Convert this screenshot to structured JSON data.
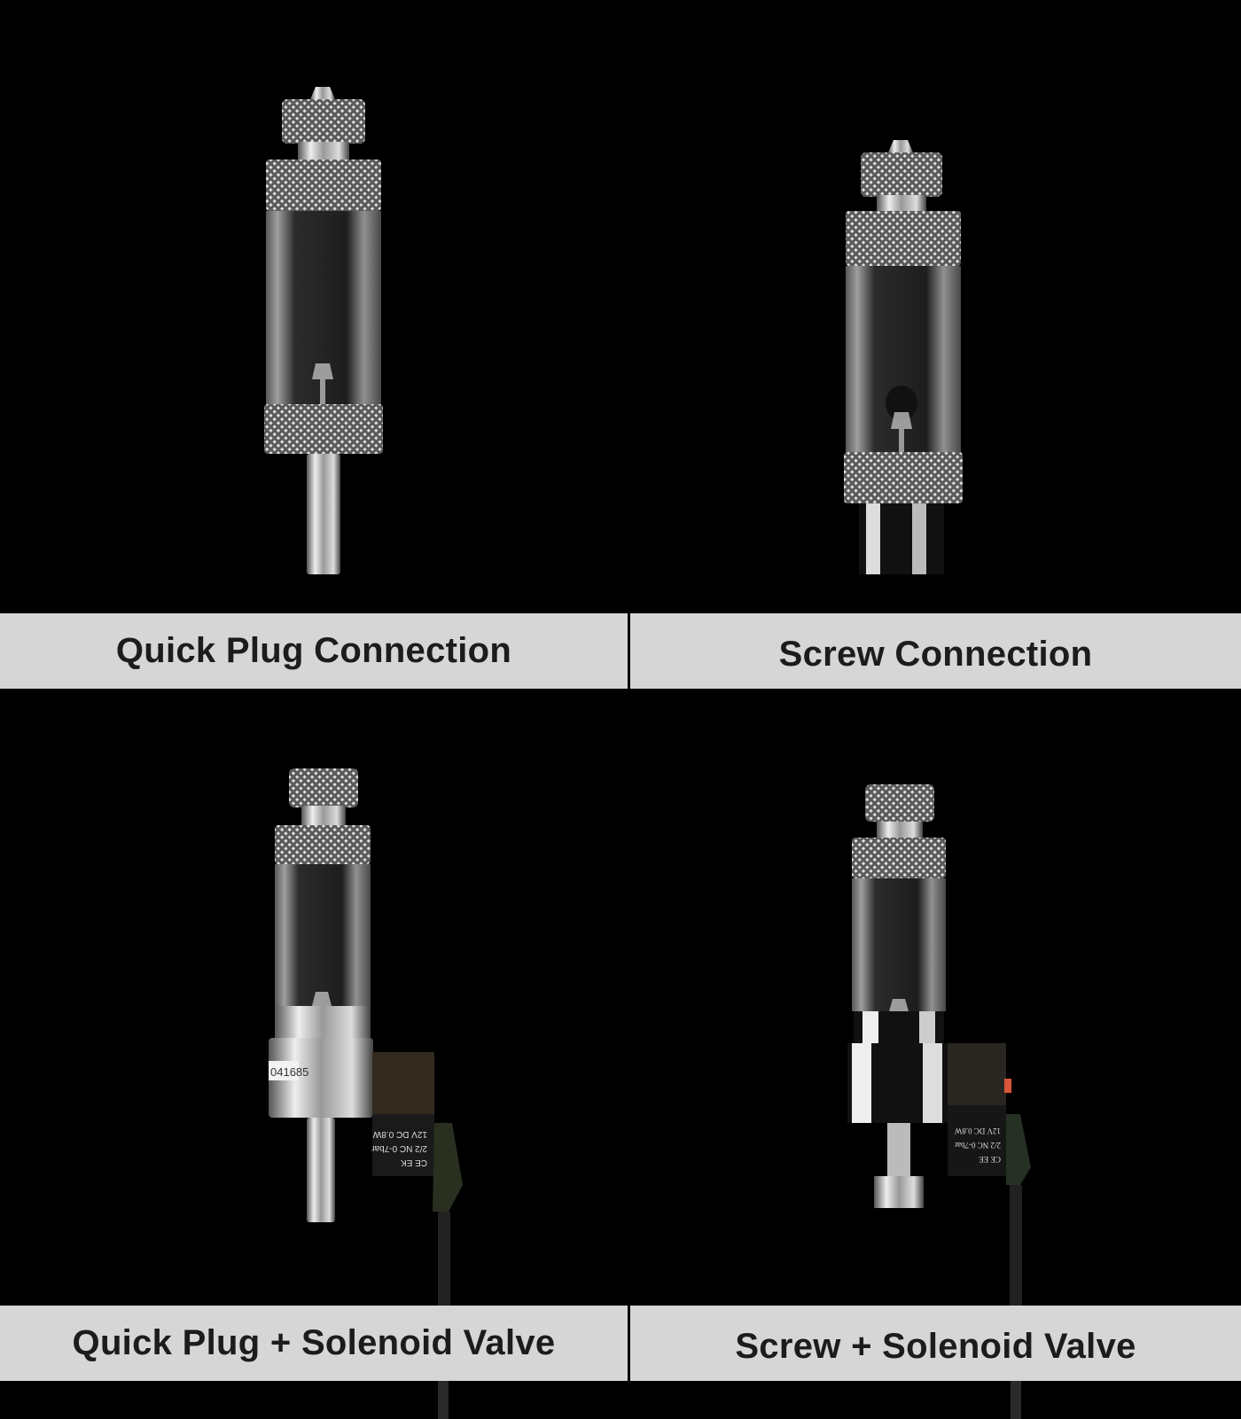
{
  "grid": {
    "background": "#000000",
    "band_color": "#d6d6d6",
    "text_color": "#1c1c1c",
    "panels": [
      {
        "id": "quick-plug",
        "label": "Quick Plug Connection",
        "outlet": "quick-plug",
        "solenoid": false
      },
      {
        "id": "screw",
        "label": "Screw Connection",
        "outlet": "screw",
        "solenoid": false
      },
      {
        "id": "quick-plug-solenoid",
        "label": "Quick Plug + Solenoid Valve",
        "outlet": "quick-plug",
        "solenoid": true,
        "solenoid_label": {
          "line1": "CE EK",
          "line2": "2/2 NC 0-7bar",
          "line3": "12V DC 0.8W"
        },
        "serial_sticker": "041685"
      },
      {
        "id": "screw-solenoid",
        "label": "Screw + Solenoid Valve",
        "outlet": "screw",
        "solenoid": true,
        "solenoid_label": {
          "line1": "CE EE",
          "line2": "2/2 NC 0-7bar",
          "line3": "12V DC 0.8W"
        }
      }
    ]
  }
}
